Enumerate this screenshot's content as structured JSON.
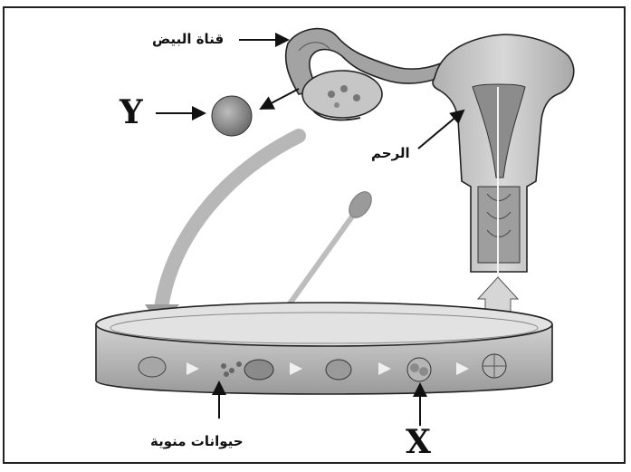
{
  "labels": {
    "oviduct": "قناة البيض",
    "uterus": "الرحم",
    "sperm": "حيوانات منوية",
    "y": "Y",
    "x": "X"
  },
  "colors": {
    "ink": "#111111",
    "tissue": "#9a9a9a",
    "tissue_light": "#c8c8c8",
    "dish": "#b9b9b9"
  }
}
